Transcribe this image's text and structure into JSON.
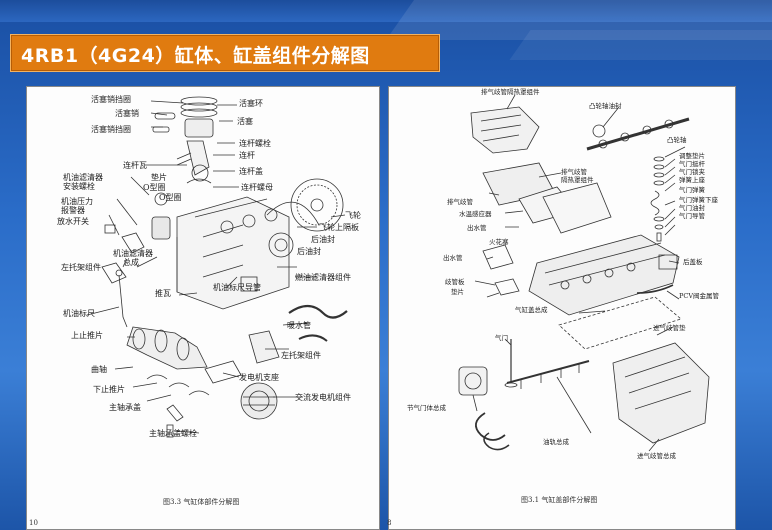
{
  "title": "4RB1（4G24）缸体、缸盖组件分解图",
  "left_page": {
    "caption": "图3.3 气缸体部件分解图",
    "page_number": "10",
    "labels": [
      "活塞销挡圈",
      "活塞环",
      "活塞销",
      "活塞",
      "活塞销挡圈",
      "连杆螺栓",
      "连杆",
      "连杆瓦",
      "垫片",
      "连杆盖",
      "机油滤清器",
      "安装螺栓",
      "O型圈",
      "O型圈",
      "连杆螺母",
      "机油压力",
      "报警器",
      "放水开关",
      "飞轮",
      "飞轮上隔板",
      "后油封",
      "后油封",
      "左托架组件",
      "机油滤清器",
      "总成",
      "燃油滤清器组件",
      "推瓦",
      "机油标尺导管",
      "机油标尺",
      "上止推片",
      "暖水管",
      "曲轴",
      "左托架组件",
      "下止推片",
      "发电机支座",
      "主轴承盖",
      "交流发电机组件",
      "主轴承盖螺栓"
    ]
  },
  "right_page": {
    "caption": "图3.1 气缸盖部件分解图",
    "page_number": "8",
    "labels": [
      "排气歧管隔热罩组件",
      "凸轮轴油封",
      "凸轮轴",
      "调整垫片",
      "气门挺杆",
      "气门锁夹",
      "弹簧上座",
      "排气歧管",
      "隔热罩组件",
      "气门弹簧",
      "气门弹簧下座",
      "气门油封",
      "气门导管",
      "排气歧管",
      "水温感应器",
      "出水管",
      "火花塞",
      "出水管",
      "后盖板",
      "歧管板",
      "垫片",
      "PCV阀金属管",
      "气缸盖总成",
      "进气歧管垫",
      "气门",
      "节气门体总成",
      "油轨总成",
      "进气歧管总成"
    ]
  }
}
